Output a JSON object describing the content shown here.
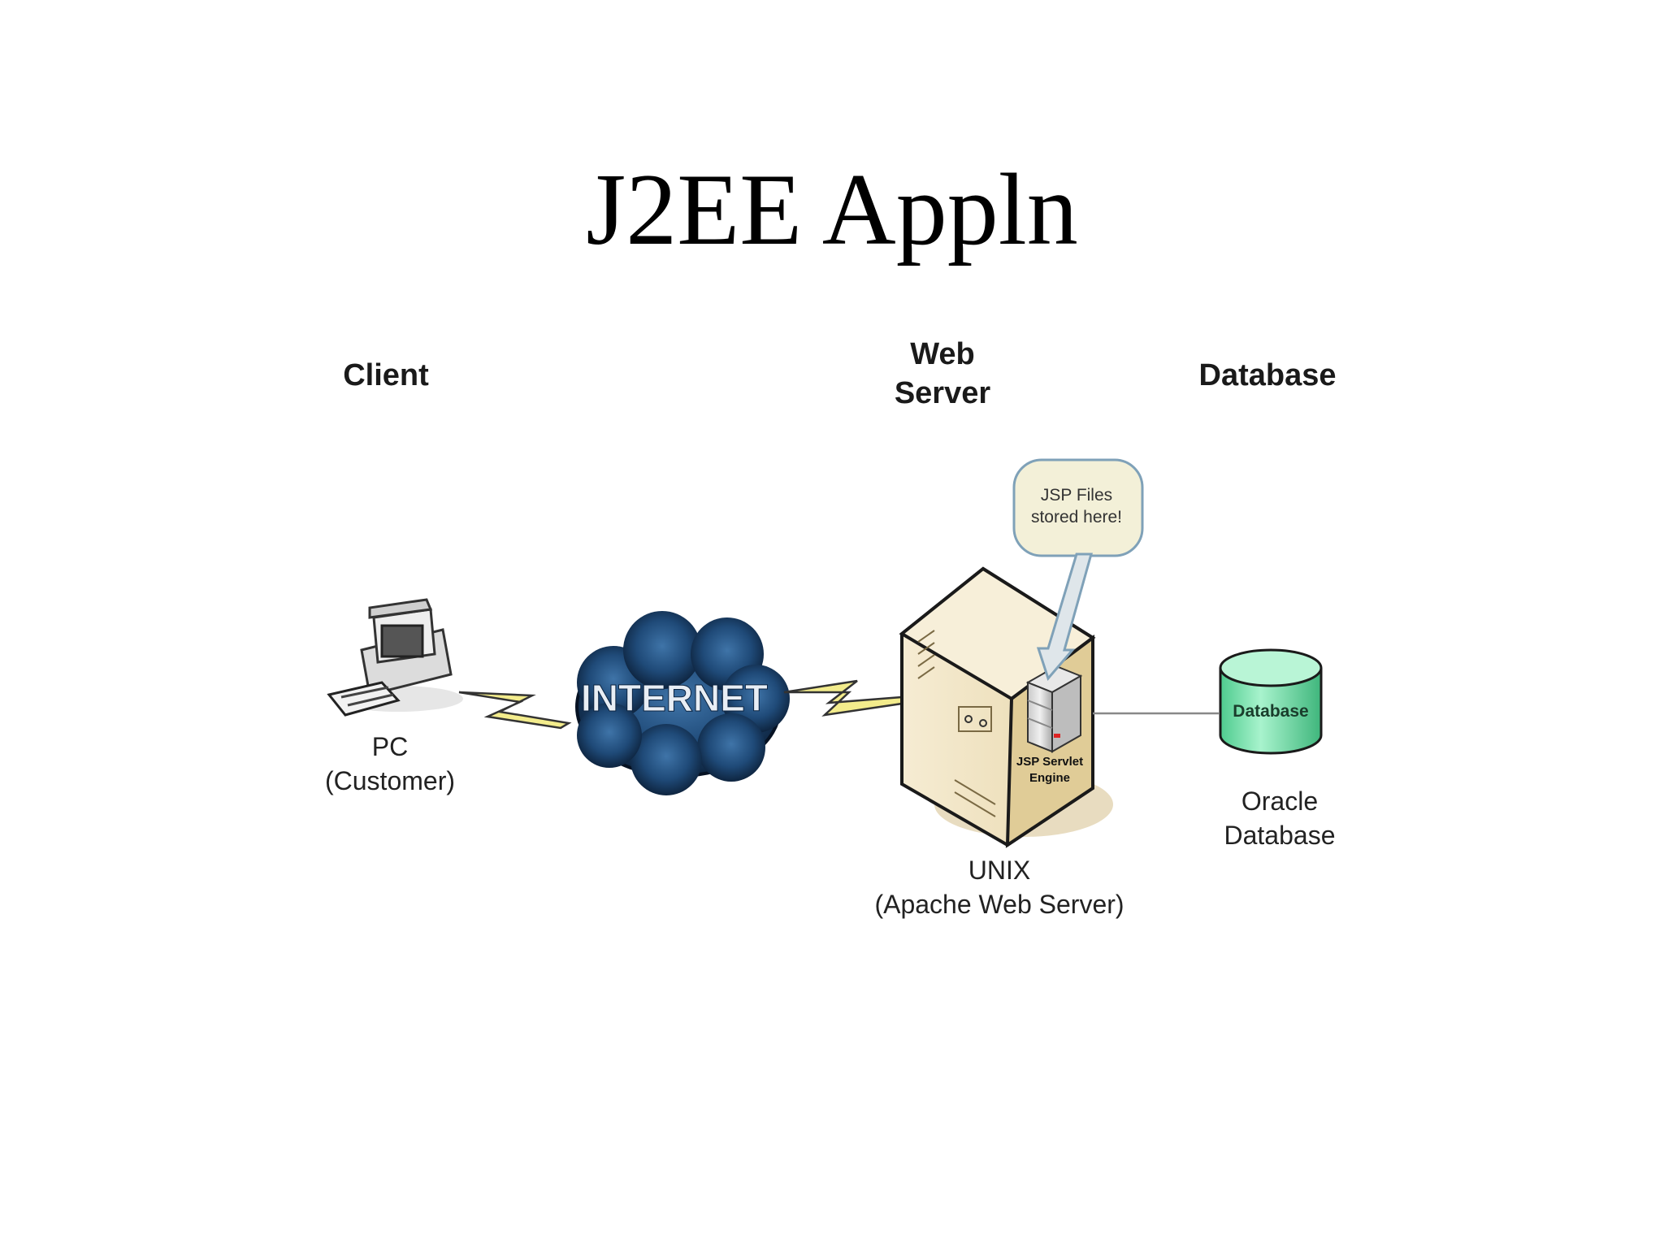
{
  "title": "J2EE Appln",
  "columns": {
    "client": "Client",
    "web_server": [
      "Web",
      "Server"
    ],
    "database": "Database"
  },
  "nodes": {
    "pc": {
      "label": [
        "PC",
        "(Customer)"
      ],
      "icon": "desktop-computer-icon"
    },
    "internet": {
      "label": "INTERNET",
      "icon": "cloud-icon"
    },
    "web_server": {
      "label": [
        "UNIX",
        "(Apache Web Server)"
      ],
      "icon": "server-tower-icon"
    },
    "servlet_engine": {
      "label": [
        "JSP Servlet",
        "Engine"
      ],
      "icon": "server-unit-icon"
    },
    "callout": {
      "label": [
        "JSP Files",
        "stored here!"
      ]
    },
    "database": {
      "badge": "Database",
      "label": [
        "Oracle",
        "Database"
      ],
      "icon": "database-cylinder-icon"
    }
  },
  "colors": {
    "cloud": "#1f4a78",
    "lightning": "#f3ec8c",
    "server": "#f1e6c8",
    "database": "#7fe3b0",
    "callout": "#f3f0d8"
  }
}
